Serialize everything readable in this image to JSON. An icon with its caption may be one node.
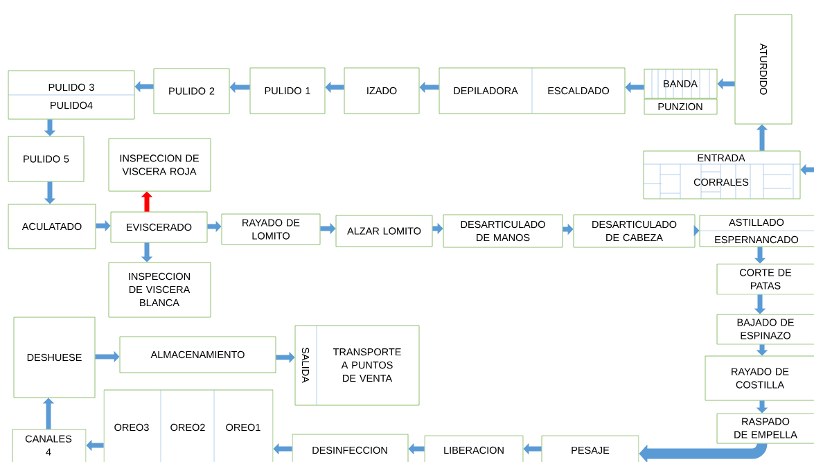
{
  "diagram": {
    "nodes": [
      {
        "text": [
          "PULIDO 3",
          "PULIDO4"
        ]
      },
      {
        "text": [
          "PULIDO 2"
        ]
      },
      {
        "text": [
          "PULIDO 1"
        ]
      },
      {
        "text": [
          "IZADO"
        ]
      },
      {
        "text": [
          "DEPILADORA",
          "ESCALDADO"
        ]
      },
      {
        "text": [
          "BANDA"
        ]
      },
      {
        "text": [
          "PUNZION"
        ]
      },
      {
        "text": [
          "ATURDIDO"
        ]
      },
      {
        "text": [
          "PULIDO 5"
        ]
      },
      {
        "text": [
          "INSPECCION DE VISCERA ROJA"
        ]
      },
      {
        "text": [
          "ENTRADA",
          "CORRALES"
        ]
      },
      {
        "text": [
          "ACULATADO"
        ]
      },
      {
        "text": [
          "EVISCERADO"
        ]
      },
      {
        "text": [
          "RAYADO DE LOMITO"
        ]
      },
      {
        "text": [
          "ALZAR LOMITO"
        ]
      },
      {
        "text": [
          "DESARTICULADO DE MANOS"
        ]
      },
      {
        "text": [
          "DESARTICULADO DE CABEZA"
        ]
      },
      {
        "text": [
          "ASTILLADO",
          "ESPERNANCADO"
        ]
      },
      {
        "text": [
          "INSPECCION DE VISCERA BLANCA"
        ]
      },
      {
        "text": [
          "CORTE DE PATAS"
        ]
      },
      {
        "text": [
          "BAJADO DE ESPINAZO"
        ]
      },
      {
        "text": [
          "DESHUESE"
        ]
      },
      {
        "text": [
          "ALMACENAMIENTO"
        ]
      },
      {
        "text": [
          "SALIDA",
          "TRANSPORTE A PUNTOS DE VENTA"
        ]
      },
      {
        "text": [
          "RAYADO DE COSTILLA"
        ]
      },
      {
        "text": [
          "RASPADO DE EMPELLA"
        ]
      },
      {
        "text": [
          "OREO3",
          "OREO2",
          "OREO1"
        ]
      },
      {
        "text": [
          "CANALES 4"
        ]
      },
      {
        "text": [
          "DESINFECCION"
        ]
      },
      {
        "text": [
          "LIBERACION"
        ]
      },
      {
        "text": [
          "PESAJE"
        ]
      }
    ],
    "edges": [
      {
        "from": 10,
        "to": 7,
        "arrow": "to"
      },
      {
        "from": null,
        "to": 10,
        "arrow": "to"
      },
      {
        "from": 7,
        "to": 5,
        "arrow": "to"
      },
      {
        "from": 5,
        "to": 4,
        "arrow": "to"
      },
      {
        "from": 4,
        "to": 3,
        "arrow": "to"
      },
      {
        "from": 3,
        "to": 2,
        "arrow": "to"
      },
      {
        "from": 2,
        "to": 1,
        "arrow": "to"
      },
      {
        "from": 1,
        "to": 0,
        "arrow": "to"
      },
      {
        "from": 0,
        "to": 8,
        "arrow": "to"
      },
      {
        "from": 8,
        "to": 11,
        "arrow": "to"
      },
      {
        "from": 11,
        "to": 12,
        "arrow": "to"
      },
      {
        "from": 12,
        "to": 9,
        "arrow": "to",
        "color": "#ff0000"
      },
      {
        "from": 12,
        "to": 18,
        "arrow": "to"
      },
      {
        "from": 12,
        "to": 13,
        "arrow": "to"
      },
      {
        "from": 13,
        "to": 14,
        "arrow": "to"
      },
      {
        "from": 14,
        "to": 15,
        "arrow": "to"
      },
      {
        "from": 15,
        "to": 16,
        "arrow": "to"
      },
      {
        "from": 16,
        "to": 17,
        "arrow": "to"
      },
      {
        "from": 17,
        "to": 19,
        "arrow": "to"
      },
      {
        "from": 19,
        "to": 20,
        "arrow": "to"
      },
      {
        "from": 20,
        "to": 24,
        "arrow": "to"
      },
      {
        "from": 24,
        "to": 25,
        "arrow": "to"
      },
      {
        "from": 25,
        "to": 30,
        "arrow": "to",
        "style": "thick"
      },
      {
        "from": 30,
        "to": 29,
        "arrow": "to"
      },
      {
        "from": 29,
        "to": 28,
        "arrow": "to"
      },
      {
        "from": 28,
        "to": 26,
        "arrow": "to"
      },
      {
        "from": 26,
        "to": 27,
        "arrow": "to"
      },
      {
        "from": 27,
        "to": 21,
        "arrow": "to"
      },
      {
        "from": 21,
        "to": 22,
        "arrow": "to"
      },
      {
        "from": 22,
        "to": 23,
        "arrow": "to"
      }
    ]
  }
}
